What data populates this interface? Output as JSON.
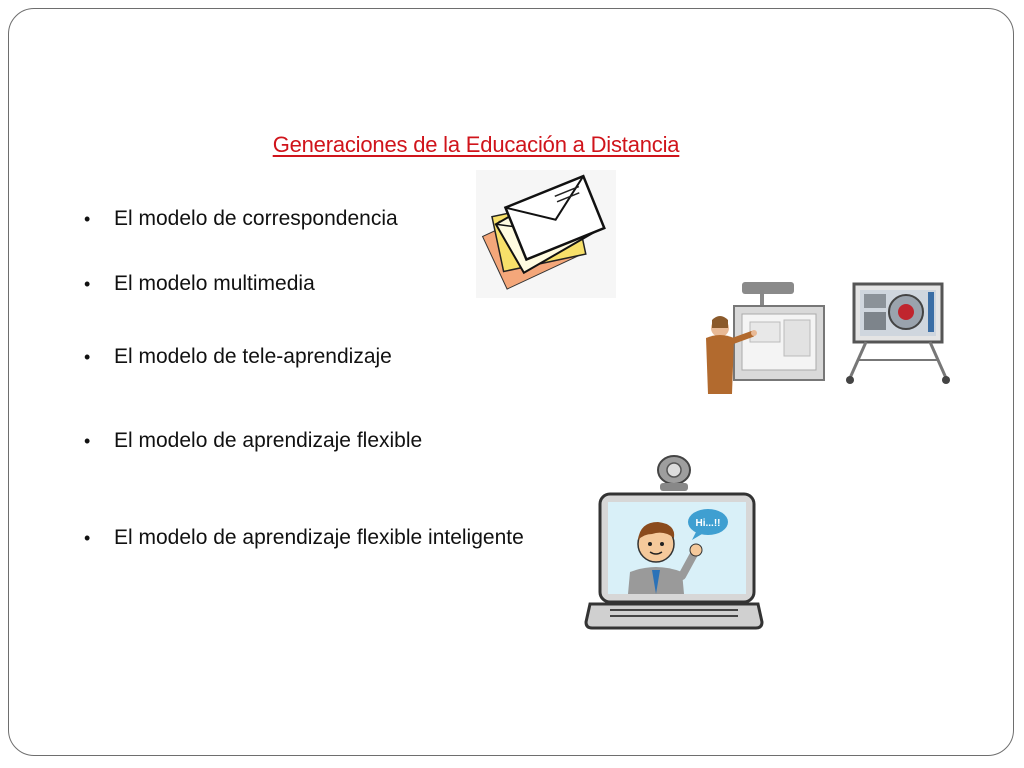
{
  "slide": {
    "title": "Generaciones de la Educación a Distancia",
    "bullets": [
      "El modelo de correspondencia",
      "El modelo multimedia",
      "El modelo de tele-aprendizaje",
      "El modelo de aprendizaje flexible",
      "El modelo de aprendizaje flexible inteligente"
    ]
  },
  "images": {
    "laptop_speech": "Hi...!!"
  },
  "colors": {
    "title": "#d0141b",
    "text": "#111111",
    "frame": "#6e6e6e"
  },
  "icons": [
    "letters-envelopes-icon",
    "interactive-whiteboard-icon",
    "smart-board-stand-icon",
    "laptop-webcam-icon"
  ]
}
